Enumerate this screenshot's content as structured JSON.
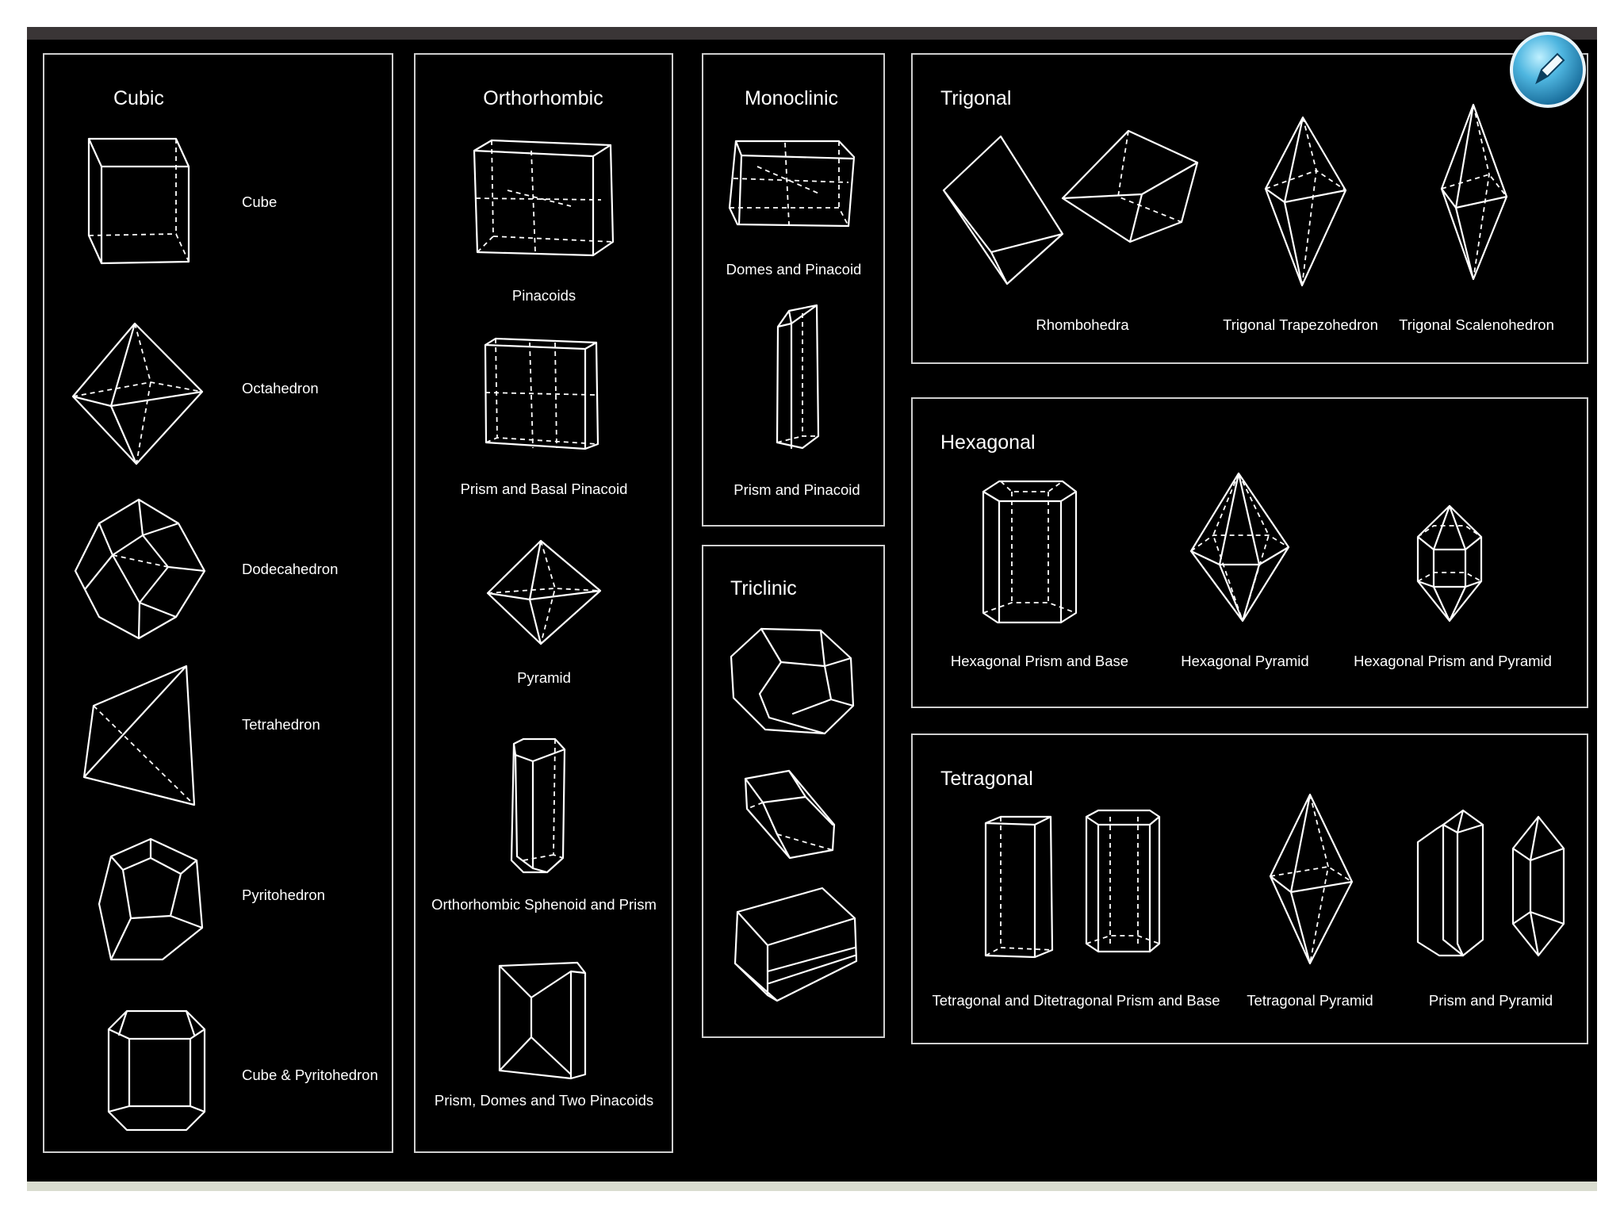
{
  "systems": {
    "cubic": {
      "title": "Cubic",
      "forms": [
        "Cube",
        "Octahedron",
        "Dodecahedron",
        "Tetrahedron",
        "Pyritohedron",
        "Cube & Pyritohedron"
      ]
    },
    "orthorhombic": {
      "title": "Orthorhombic",
      "forms": [
        "Pinacoids",
        "Prism and Basal Pinacoid",
        "Pyramid",
        "Orthorhombic Sphenoid and Prism",
        "Prism, Domes and Two Pinacoids"
      ]
    },
    "monoclinic": {
      "title": "Monoclinic",
      "forms": [
        "Domes and Pinacoid",
        "Prism and Pinacoid"
      ]
    },
    "triclinic": {
      "title": "Triclinic"
    },
    "trigonal": {
      "title": "Trigonal",
      "forms": [
        "Rhombohedra",
        "Trigonal Trapezohedron",
        "Trigonal Scalenohedron"
      ]
    },
    "hexagonal": {
      "title": "Hexagonal",
      "forms": [
        "Hexagonal Prism and Base",
        "Hexagonal Pyramid",
        "Hexagonal Prism and Pyramid"
      ]
    },
    "tetragonal": {
      "title": "Tetragonal",
      "forms": [
        "Tetragonal and Ditetragonal Prism and Base",
        "Tetragonal Pyramid",
        "Prism and Pyramid"
      ]
    }
  },
  "icons": {
    "edit_badge": "pencil-edit-icon"
  }
}
